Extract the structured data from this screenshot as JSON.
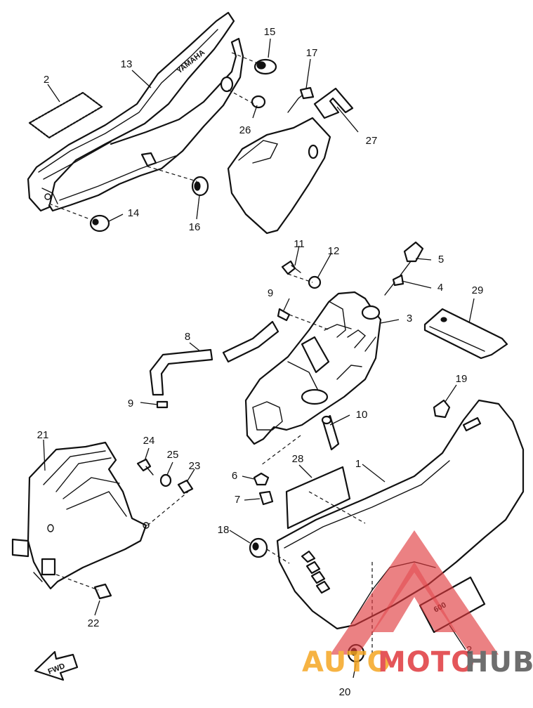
{
  "callouts": {
    "c1": "1",
    "c2a": "2",
    "c2b": "2",
    "c3": "3",
    "c4": "4",
    "c5": "5",
    "c6": "6",
    "c7": "7",
    "c8": "8",
    "c9a": "9",
    "c9b": "9",
    "c10": "10",
    "c11": "11",
    "c12": "12",
    "c13": "13",
    "c14": "14",
    "c15": "15",
    "c16": "16",
    "c17": "17",
    "c18": "18",
    "c19": "19",
    "c20": "20",
    "c21": "21",
    "c22": "22",
    "c23": "23",
    "c24": "24",
    "c25": "25",
    "c26": "26",
    "c27": "27",
    "c28": "28",
    "c29": "29"
  },
  "decals": {
    "side_cover_badge": "600",
    "frame_stamp": "YAMAHA",
    "direction_arrow": "FWD"
  },
  "watermark": {
    "text_auto": "AUTO",
    "text_moto": "MOTO",
    "text_hub": "HUB",
    "colors": {
      "triangle": "#e0393e",
      "auto": "#f5a623",
      "moto": "#e0393e",
      "hub": "#555555"
    }
  }
}
